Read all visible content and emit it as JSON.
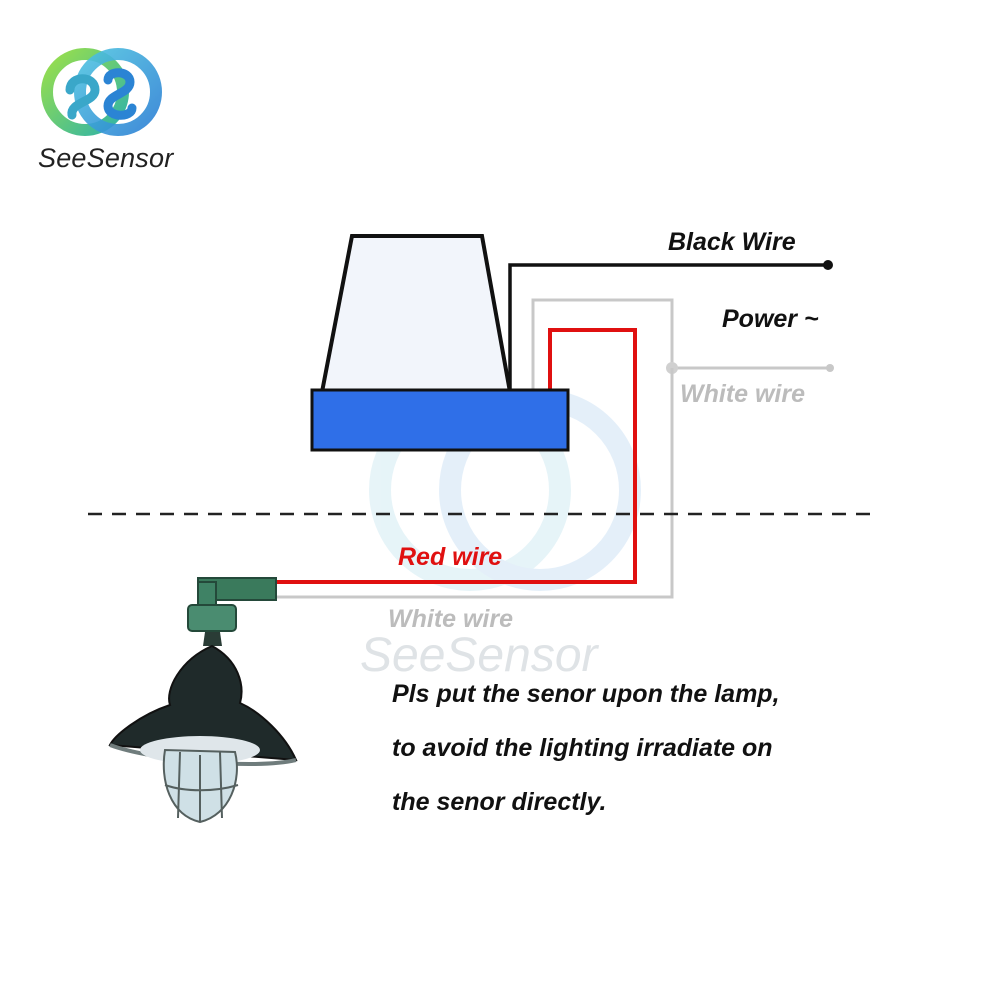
{
  "brand": {
    "name": "SeeSensor",
    "watermark_text": "SeeSensor"
  },
  "labels": {
    "black_wire": "Black Wire",
    "power": "Power ~",
    "white_wire_top": "White wire",
    "red_wire": "Red wire",
    "white_wire_bottom": "White wire"
  },
  "note": {
    "line1": "Pls put the senor upon the lamp,",
    "line2": "to avoid the lighting  irradiate on",
    "line3": "the senor directly."
  },
  "colors": {
    "black_wire": "#111111",
    "red_wire": "#e01010",
    "white_wire": "#c8c8c8",
    "sensor_base": "#2f6fe8",
    "sensor_dome": "#f2f5fb",
    "logo_teal": "#39b8a8",
    "logo_blue": "#3a8fd8"
  }
}
